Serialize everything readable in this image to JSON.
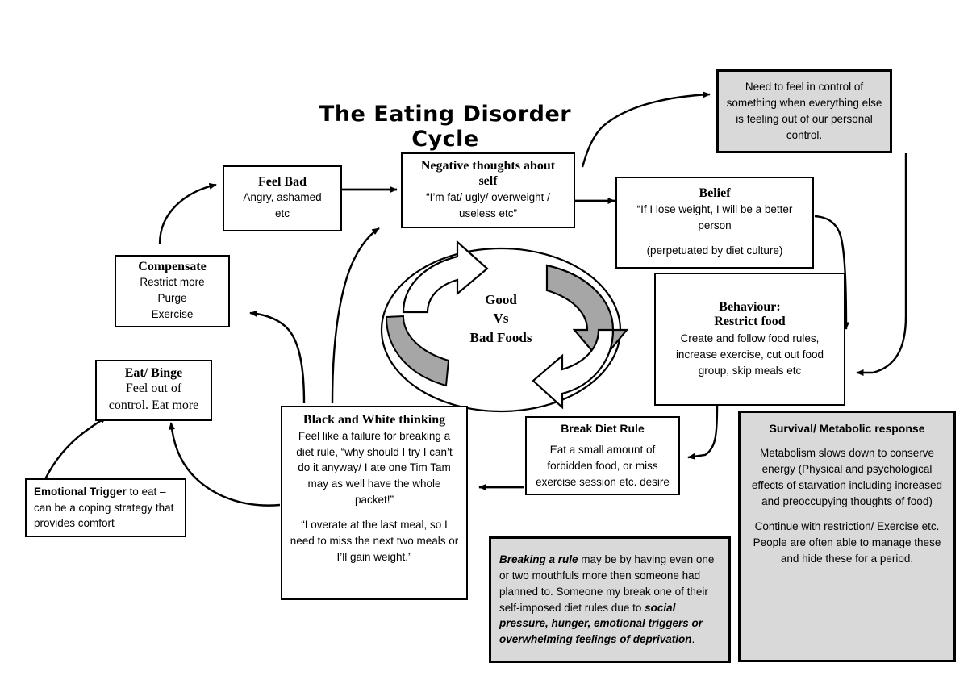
{
  "title": "The Eating Disorder Cycle",
  "center": {
    "label_line1": "Good",
    "label_line2": "Vs",
    "label_line3": "Bad Foods"
  },
  "nodes": {
    "feel_bad": {
      "heading": "Feel Bad",
      "line1": "Angry, ashamed",
      "line2": "etc"
    },
    "negative_thoughts": {
      "heading_line1": "Negative thoughts about",
      "heading_line2": "self",
      "body": "“I’m fat/ ugly/ overweight / useless etc”"
    },
    "need_control": {
      "body": "Need to feel in control of something when everything else is feeling out of our personal control."
    },
    "belief": {
      "heading": "Belief",
      "body_line1": "“If I lose weight, I will be a better person",
      "body_line2": "(perpetuated by diet culture)"
    },
    "behaviour": {
      "heading_line1": "Behaviour:",
      "heading_line2": "Restrict food",
      "body": "Create and follow food rules, increase exercise, cut out food group, skip meals etc"
    },
    "survival": {
      "heading": "Survival/ Metabolic response",
      "para1": "Metabolism slows down to conserve energy (Physical and psychological effects of starvation including increased and preoccupying thoughts of food)",
      "para2": "Continue with restriction/ Exercise etc. People are often able to manage these and hide these for a period."
    },
    "break_rule": {
      "heading": "Break Diet Rule",
      "body": "Eat a small amount of forbidden food, or miss exercise session etc. desire"
    },
    "breaking_note": {
      "seg1_italic": "Breaking a rule",
      "seg2": " may be by having even one or two mouthfuls more then someone had planned to. Someone my break one of their self-imposed diet rules due to ",
      "seg3_italic": "social pressure, hunger, emotional triggers or overwhelming feelings of deprivation",
      "seg4": "."
    },
    "black_white": {
      "heading": "Black and White thinking",
      "para1": "Feel like a failure for breaking a diet rule, “why should I try I can’t do it anyway/ I ate one Tim Tam may as well have the whole packet!”",
      "para2": "“I overate at the last meal, so I need to miss the next two meals or I’ll gain weight.”"
    },
    "emotional_trigger": {
      "seg1_bold": "Emotional Trigger",
      "seg2": " to eat – can be a coping strategy that provides comfort"
    },
    "eat_binge": {
      "heading": "Eat/ Binge",
      "line1": "Feel out of",
      "line2": "control. Eat more"
    },
    "compensate": {
      "heading": "Compensate",
      "line1": "Restrict more",
      "line2": "Purge",
      "line3": "Exercise"
    }
  },
  "colors": {
    "gray_fill": "#d9d9d9",
    "stroke": "#000000",
    "page_bg": "#ffffff",
    "arrow_shadow": "#a6a6a6"
  }
}
